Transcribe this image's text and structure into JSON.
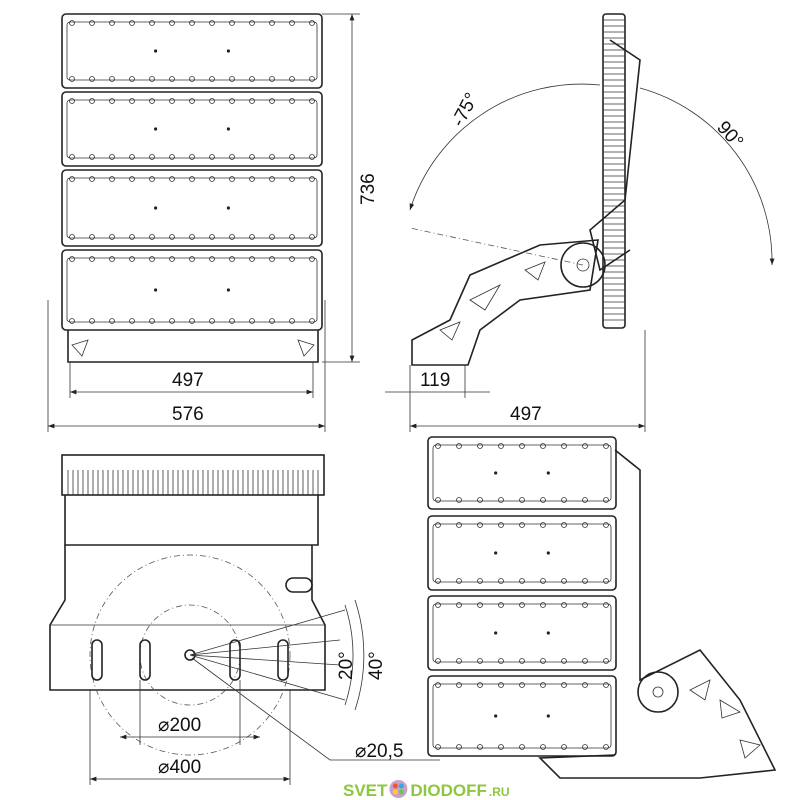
{
  "dimensions": {
    "front_height": "736",
    "front_inner_width": "497",
    "front_total_width": "576",
    "side_offset": "119",
    "side_depth": "497",
    "tilt_up": "-75°",
    "tilt_down": "90°",
    "angle_small": "20°",
    "angle_large": "40°",
    "diameter_small": "⌀200",
    "diameter_large": "⌀400",
    "hole_diameter": "⌀20,5"
  },
  "logo": {
    "part1": "SVET",
    "part2": "DIODOFF",
    "part3": ".RU",
    "color": "#8dc63f"
  }
}
